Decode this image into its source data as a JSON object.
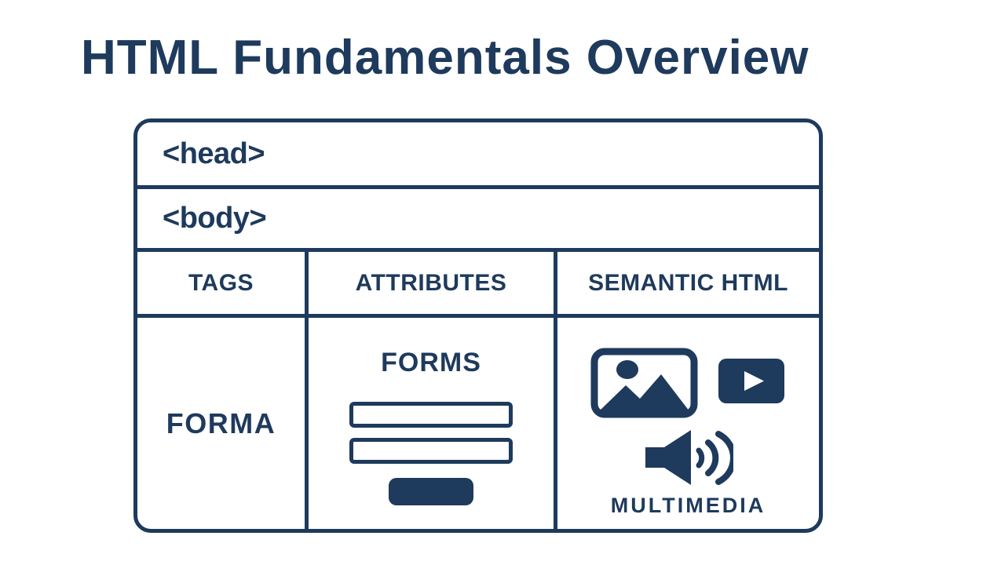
{
  "colors": {
    "accent": "#1e3a5c",
    "background": "#ffffff",
    "button_fill": "#1e3a5c",
    "icon_fill": "#1e3a5c"
  },
  "title": "HTML Fundamentals Overview",
  "diagram": {
    "rows": {
      "head": {
        "label": "<head>"
      },
      "body": {
        "label": "<body>"
      }
    },
    "columns": [
      {
        "label": "TAGS"
      },
      {
        "label": "ATTRIBUTES"
      },
      {
        "label": "SEMANTIC HTML"
      }
    ],
    "cells": {
      "tags_content": {
        "label": "FORMA"
      },
      "attributes_content": {
        "heading": "FORMS",
        "elements": [
          "text-input",
          "text-input",
          "submit-button"
        ]
      },
      "semantic_content": {
        "icons": [
          "image-icon",
          "video-icon",
          "audio-icon"
        ],
        "label": "MULTIMEDIA"
      }
    }
  }
}
